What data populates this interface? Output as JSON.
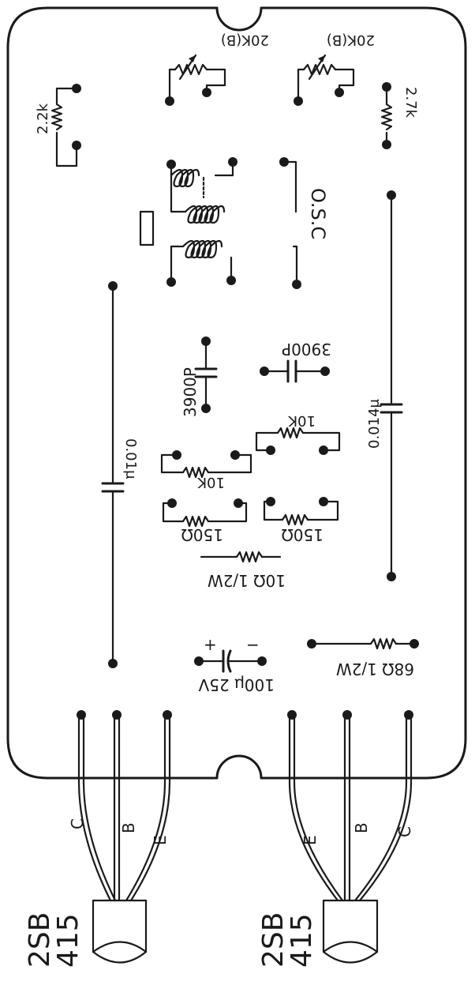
{
  "components": {
    "r_2k2": "2.2k",
    "r_2k7": "2.7k",
    "pot_1": "20K(B)",
    "pot_2": "20K(B)",
    "osc": "O.S.C",
    "c_3900p_a": "3900P",
    "c_3900p_b": "3900P",
    "c_001": "0.01μ",
    "c_0014": "0.014μ",
    "r_10k_a": "10K",
    "r_10k_b": "10K",
    "r_150_a": "150Ω",
    "r_150_b": "150Ω",
    "r_10_half": "10Ω 1/2W",
    "c_100u": "100μ 25V",
    "r_68_half": "68Ω 1/2W",
    "plus": "+",
    "minus": "−"
  },
  "transistors": [
    {
      "part": "2SB\n415",
      "leads": [
        "C",
        "B",
        "E"
      ]
    },
    {
      "part": "2SB\n415",
      "leads": [
        "E",
        "B",
        "C"
      ]
    }
  ]
}
